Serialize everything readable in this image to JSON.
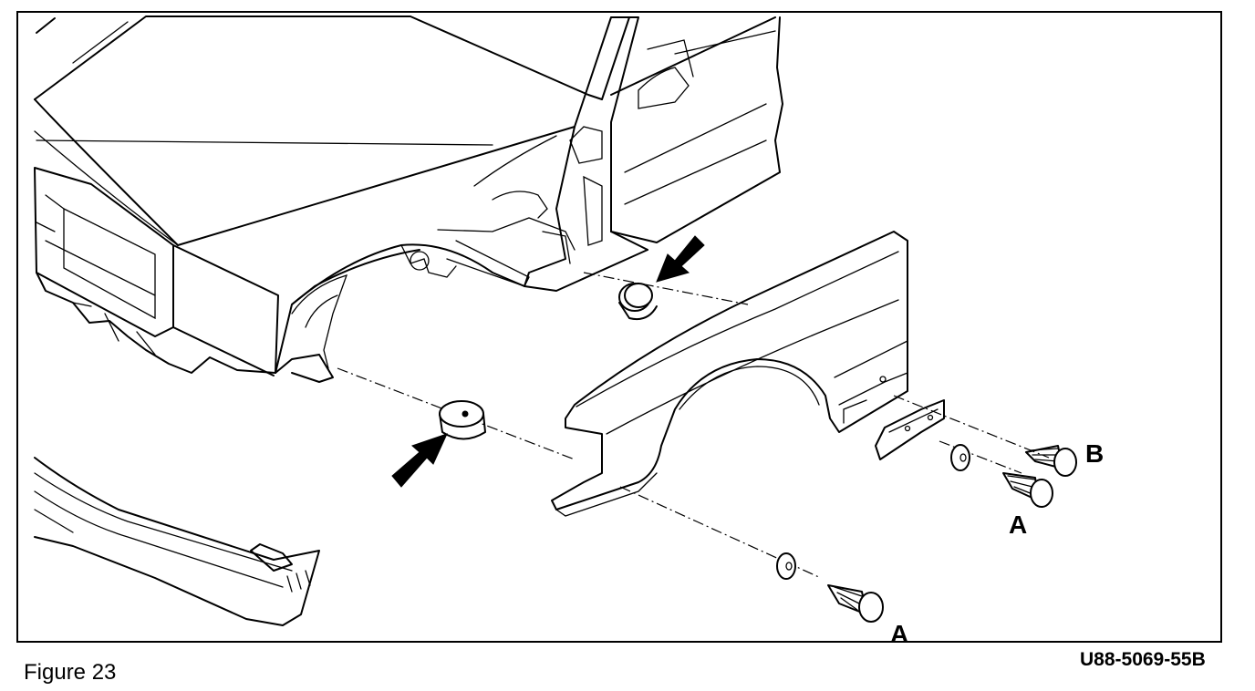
{
  "figure": {
    "caption": "Figure 23",
    "code": "U88-5069-55B"
  },
  "callouts": {
    "b_label": "B",
    "a_upper_label": "A",
    "a_lower_label": "A"
  },
  "colors": {
    "ink": "#000000",
    "paper": "#ffffff"
  }
}
